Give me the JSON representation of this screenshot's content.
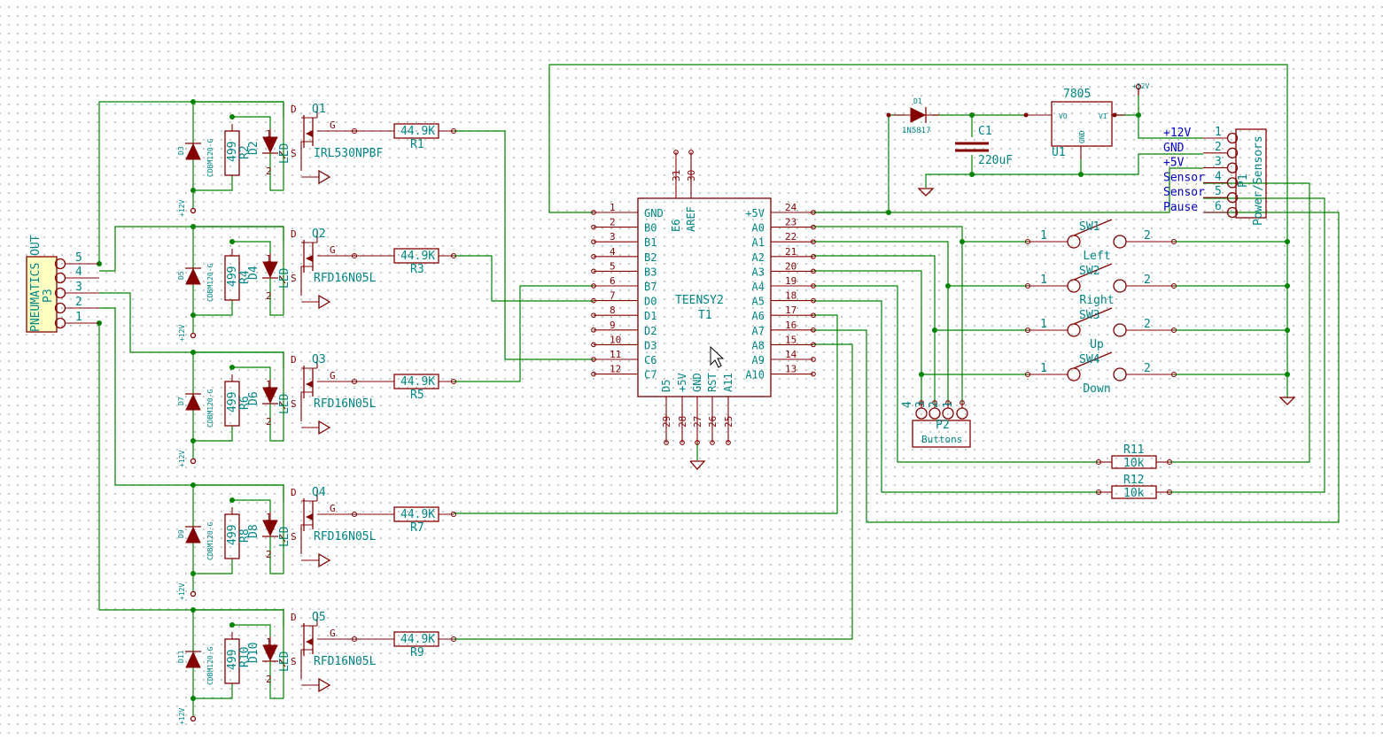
{
  "teensy": {
    "ref": "T1",
    "value": "TEENSY2",
    "left_pins": [
      {
        "num": "1",
        "name": "GND"
      },
      {
        "num": "2",
        "name": "B0"
      },
      {
        "num": "3",
        "name": "B1"
      },
      {
        "num": "4",
        "name": "B2"
      },
      {
        "num": "5",
        "name": "B3"
      },
      {
        "num": "6",
        "name": "B7"
      },
      {
        "num": "7",
        "name": "D0"
      },
      {
        "num": "8",
        "name": "D1"
      },
      {
        "num": "9",
        "name": "D2"
      },
      {
        "num": "10",
        "name": "D3"
      },
      {
        "num": "11",
        "name": "C6"
      },
      {
        "num": "12",
        "name": "C7"
      }
    ],
    "right_pins": [
      {
        "num": "24",
        "name": "+5V"
      },
      {
        "num": "23",
        "name": "A0"
      },
      {
        "num": "22",
        "name": "A1"
      },
      {
        "num": "21",
        "name": "A2"
      },
      {
        "num": "20",
        "name": "A3"
      },
      {
        "num": "19",
        "name": "A4"
      },
      {
        "num": "18",
        "name": "A5"
      },
      {
        "num": "17",
        "name": "A6"
      },
      {
        "num": "16",
        "name": "A7"
      },
      {
        "num": "15",
        "name": "A8"
      },
      {
        "num": "14",
        "name": "A9"
      },
      {
        "num": "13",
        "name": "A10"
      }
    ],
    "top_pins": [
      {
        "num": "31",
        "name": "E6"
      },
      {
        "num": "30",
        "name": "AREF"
      }
    ],
    "bottom_pins": [
      {
        "num": "29",
        "name": "D5"
      },
      {
        "num": "28",
        "name": "+5V"
      },
      {
        "num": "27",
        "name": "GND"
      },
      {
        "num": "26",
        "name": "RST"
      },
      {
        "num": "25",
        "name": "A11"
      }
    ]
  },
  "drivers": [
    {
      "q": "Q1",
      "q_val": "IRL530NPBF",
      "r_gate": "R1",
      "r_gate_val": "44.9K",
      "d_tvs": "D3",
      "tvs_val": "CDBM120-G",
      "r_led": "R2",
      "r_led_val": "499",
      "d_led": "D2",
      "led_val": "LED",
      "pwr": "+12V"
    },
    {
      "q": "Q2",
      "q_val": "RFD16N05L",
      "r_gate": "R3",
      "r_gate_val": "44.9K",
      "d_tvs": "D5",
      "tvs_val": "CDBM120-G",
      "r_led": "R4",
      "r_led_val": "499",
      "d_led": "D4",
      "led_val": "LED",
      "pwr": "+12V"
    },
    {
      "q": "Q3",
      "q_val": "RFD16N05L",
      "r_gate": "R5",
      "r_gate_val": "44.9K",
      "d_tvs": "D7",
      "tvs_val": "CDBM120-G",
      "r_led": "R6",
      "r_led_val": "499",
      "d_led": "D6",
      "led_val": "LED",
      "pwr": "+12V"
    },
    {
      "q": "Q4",
      "q_val": "RFD16N05L",
      "r_gate": "R7",
      "r_gate_val": "44.9K",
      "d_tvs": "D9",
      "tvs_val": "CDBM120-G",
      "r_led": "R8",
      "r_led_val": "499",
      "d_led": "D8",
      "led_val": "LED",
      "pwr": "+12V"
    },
    {
      "q": "Q5",
      "q_val": "RFD16N05L",
      "r_gate": "R9",
      "r_gate_val": "44.9K",
      "d_tvs": "D11",
      "tvs_val": "CDBM120-G",
      "r_led": "R10",
      "r_led_val": "499",
      "d_led": "D10",
      "led_val": "LED",
      "pwr": "+12V"
    }
  ],
  "mosfet_pins": {
    "d": "D",
    "g": "G",
    "s": "S"
  },
  "led_pins": {
    "a": "1",
    "k": "2"
  },
  "p3": {
    "ref": "P3",
    "value": "PNEUMATICS OUT",
    "pins": [
      "5",
      "4",
      "3",
      "2",
      "1"
    ]
  },
  "p1": {
    "ref": "P1",
    "value": "Power/Sensors",
    "pins": [
      "1",
      "2",
      "3",
      "4",
      "5",
      "6"
    ],
    "labels": [
      "+12V",
      "GND",
      "+5V",
      "Sensor",
      "Sensor",
      "Pause"
    ]
  },
  "p2": {
    "ref": "P2",
    "value": "Buttons",
    "pins": [
      "4",
      "3",
      "2",
      "1"
    ]
  },
  "switches": [
    {
      "ref": "SW1",
      "value": "Left",
      "pin1": "1",
      "pin2": "2"
    },
    {
      "ref": "SW2",
      "value": "Right",
      "pin1": "1",
      "pin2": "2"
    },
    {
      "ref": "SW3",
      "value": "Up",
      "pin1": "1",
      "pin2": "2"
    },
    {
      "ref": "SW4",
      "value": "Down",
      "pin1": "1",
      "pin2": "2"
    }
  ],
  "power": {
    "d1_ref": "D1",
    "d1_val": "1N5817",
    "c1_ref": "C1",
    "c1_val": "220uF",
    "u1_ref": "U1",
    "u1_val": "7805",
    "u1_vo": "VO",
    "u1_vi": "VI",
    "u1_gnd": "GND",
    "pwr12": "+12V"
  },
  "pullups": [
    {
      "ref": "R11",
      "value": "10k"
    },
    {
      "ref": "R12",
      "value": "10k"
    }
  ]
}
